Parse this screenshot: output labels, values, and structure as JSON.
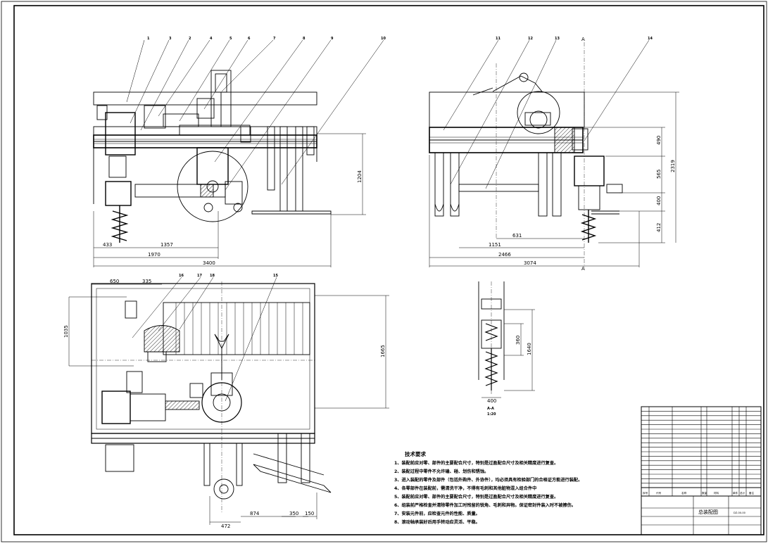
{
  "balloons": {
    "front": [
      "1",
      "3",
      "2",
      "4",
      "5",
      "6",
      "7",
      "8",
      "9",
      "10"
    ],
    "side": [
      "11",
      "12",
      "13",
      "14"
    ],
    "plan": [
      "16",
      "17",
      "18",
      "15"
    ]
  },
  "dimensions": {
    "front": {
      "d433": "433",
      "d1357": "1357",
      "d1970": "1970",
      "d3400": "3400",
      "d1204": "1204"
    },
    "side": {
      "d631": "631",
      "d1151": "1151",
      "d2466": "2466",
      "d3074": "3074",
      "d490": "490",
      "d565": "565",
      "d400": "400",
      "d412": "412",
      "d2319": "2319"
    },
    "plan": {
      "d650": "650",
      "d335": "335",
      "d1035": "1035",
      "d1665": "1665",
      "d472": "472",
      "d874": "874",
      "d350": "350",
      "d150": "150"
    },
    "detail": {
      "d360": "360",
      "d1640": "1640",
      "d400": "400"
    }
  },
  "section_marks": {
    "side_top": "A",
    "side_bottom": "A"
  },
  "detail_view": {
    "label": "A-A",
    "scale": "1:20"
  },
  "notes": {
    "heading": "技术要求",
    "items": [
      "1、装配前应对零、部件的主要配合尺寸，特别是过盈配合尺寸及相关精度进行复查。",
      "2、装配过程中零件不允许磕、碰、划伤和锈蚀。",
      "3、进入装配的零件及部件（包括外购件、外协件），均必须具有检验部门的合格证方能进行装配。",
      "4、各零部件在装配前，需清洗干净，不得有毛刺和其他脏物混入组合件中",
      "5、装配前应对零、部件的主要配合尺寸，特别是过盈配合尺寸及相关精度进行复查。",
      "6、组装前严格检查并清除零件加工时残留的锐角、毛刺和异物。保证密封件装入时不被擦伤。",
      "7、安装元件前，应检查元件的性能、质量。",
      "8、滚动轴承装好后用手转动应灵活、平稳。"
    ]
  },
  "title_block": {
    "header": [
      "序号",
      "代号",
      "名称",
      "数量",
      "材料",
      "单件",
      "总计",
      "备注"
    ],
    "drawing_title": "总装配图",
    "drawing_number": "DZ-00-00"
  }
}
